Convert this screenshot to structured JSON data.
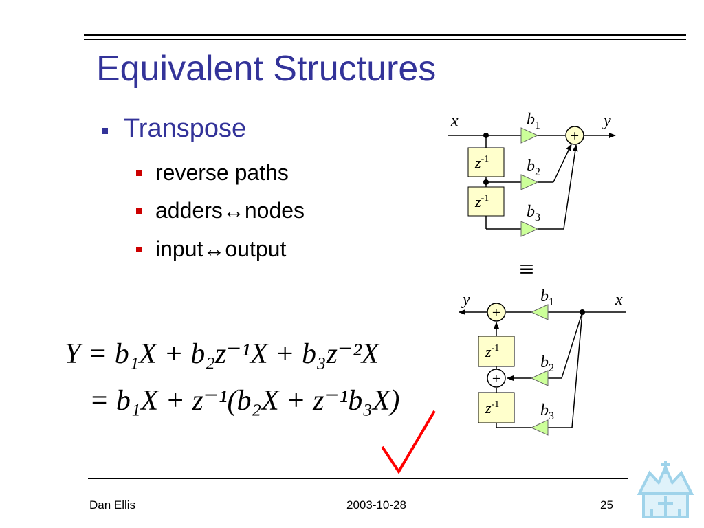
{
  "slide": {
    "title": "Equivalent Structures",
    "bullet1": "Transpose",
    "sub_bullets": [
      "reverse paths",
      "adders↔nodes",
      "input↔output"
    ]
  },
  "diagram_top": {
    "input_label": "x",
    "output_label": "y",
    "gains": [
      {
        "letter": "b",
        "sub": "1"
      },
      {
        "letter": "b",
        "sub": "2"
      },
      {
        "letter": "b",
        "sub": "3"
      }
    ],
    "delay_base": "z",
    "delay_exp": "-1",
    "adder": "+"
  },
  "equivalence_symbol": "≡",
  "diagram_bottom": {
    "input_label": "x",
    "output_label": "y",
    "gains": [
      {
        "letter": "b",
        "sub": "1"
      },
      {
        "letter": "b",
        "sub": "2"
      },
      {
        "letter": "b",
        "sub": "3"
      }
    ],
    "delay_base": "z",
    "delay_exp": "-1",
    "adder": "+"
  },
  "equation": {
    "line1": "Y = b₁X + b₂z⁻¹X + b₃z⁻²X",
    "line2": "= b₁X + z⁻¹(b₂X + z⁻¹b₃X)"
  },
  "footer": {
    "author": "Dan Ellis",
    "date": "2003-10-28",
    "page": "25"
  },
  "colors": {
    "title": "#333399",
    "bullet_sub": "#cc0000",
    "block_fill": "#ffffcc",
    "gain_fill": "#ccff99",
    "checkmark": "#ff0000",
    "logo": "#9fd3ea"
  },
  "icons": [
    "checkmark-icon",
    "crown-logo"
  ]
}
